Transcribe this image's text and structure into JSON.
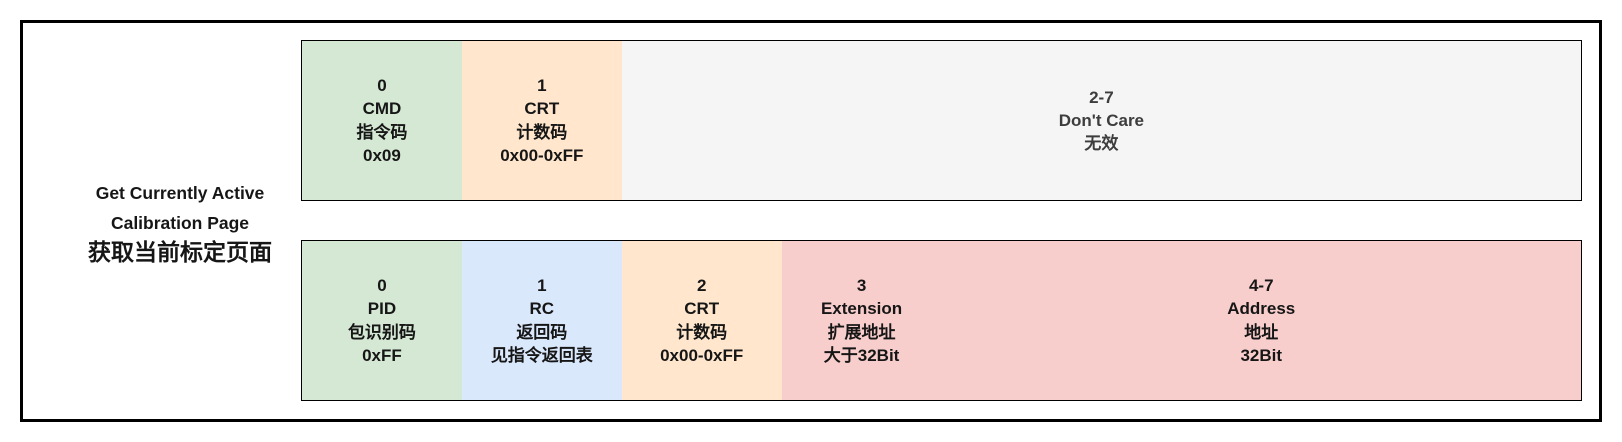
{
  "diagram": {
    "label": {
      "lines": [
        "Get Currently Active",
        "Calibration Page",
        "获取当前标定页面"
      ]
    },
    "colors": {
      "green": "#d5e8d4",
      "orange": "#ffe6cc",
      "blue": "#dae8fc",
      "pink": "#f8cecc",
      "gray": "#f5f5f5",
      "frame_border": "#000000",
      "text": "#161616",
      "muted_text": "#3d3d3d"
    },
    "rows": [
      {
        "id": "request",
        "cells": [
          {
            "name": "cmd",
            "color": "green",
            "bytes": 1,
            "muted": false,
            "lines": [
              "0",
              "CMD",
              "指令码",
              "0x09"
            ]
          },
          {
            "name": "crt",
            "color": "orange",
            "bytes": 1,
            "muted": false,
            "lines": [
              "1",
              "CRT",
              "计数码",
              "0x00-0xFF"
            ]
          },
          {
            "name": "dont-care",
            "color": "gray",
            "bytes": 6,
            "muted": true,
            "lines": [
              "2-7",
              "Don't Care",
              "无效"
            ]
          }
        ]
      },
      {
        "id": "response",
        "cells": [
          {
            "name": "pid",
            "color": "green",
            "bytes": 1,
            "muted": false,
            "lines": [
              "0",
              "PID",
              "包识别码",
              "0xFF"
            ]
          },
          {
            "name": "rc",
            "color": "blue",
            "bytes": 1,
            "muted": false,
            "lines": [
              "1",
              "RC",
              "返回码",
              "见指令返回表"
            ]
          },
          {
            "name": "crt",
            "color": "orange",
            "bytes": 1,
            "muted": false,
            "lines": [
              "2",
              "CRT",
              "计数码",
              "0x00-0xFF"
            ]
          },
          {
            "name": "extension",
            "color": "pink",
            "bytes": 1,
            "muted": false,
            "lines": [
              "3",
              "Extension",
              "扩展地址",
              "大于32Bit"
            ]
          },
          {
            "name": "address",
            "color": "pink",
            "bytes": 4,
            "muted": false,
            "lines": [
              "4-7",
              "Address",
              "地址",
              "32Bit"
            ]
          }
        ]
      }
    ]
  }
}
